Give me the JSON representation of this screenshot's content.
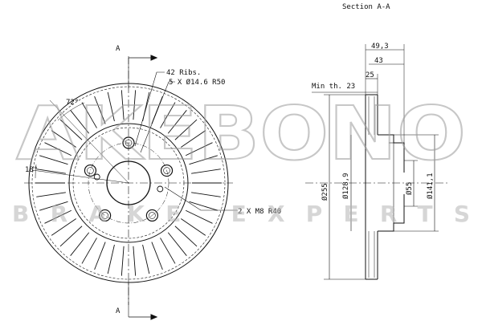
{
  "section_title": "Section A-A",
  "section_marker_top": "A",
  "section_marker_bottom": "A",
  "callouts": {
    "ribs": "42 Ribs.",
    "holes": "5 X Ø14.6 R50",
    "threads": "2 X M8 R40"
  },
  "angles": {
    "rib_angle": "72°",
    "thread_angle": "18°"
  },
  "min_thickness": "Min th. 23",
  "dimensions": {
    "width_total": "49,3",
    "width_43": "43",
    "width_25": "25",
    "d255": "Ø255",
    "d128": "Ø128,9",
    "d55": "Ø55",
    "d141": "Ø141,1"
  },
  "watermark": {
    "brand": "AKEBONO",
    "tagline": "BRAKE EXPERTS"
  },
  "colors": {
    "line": "#111111",
    "watermark": "#c8c8c8"
  }
}
